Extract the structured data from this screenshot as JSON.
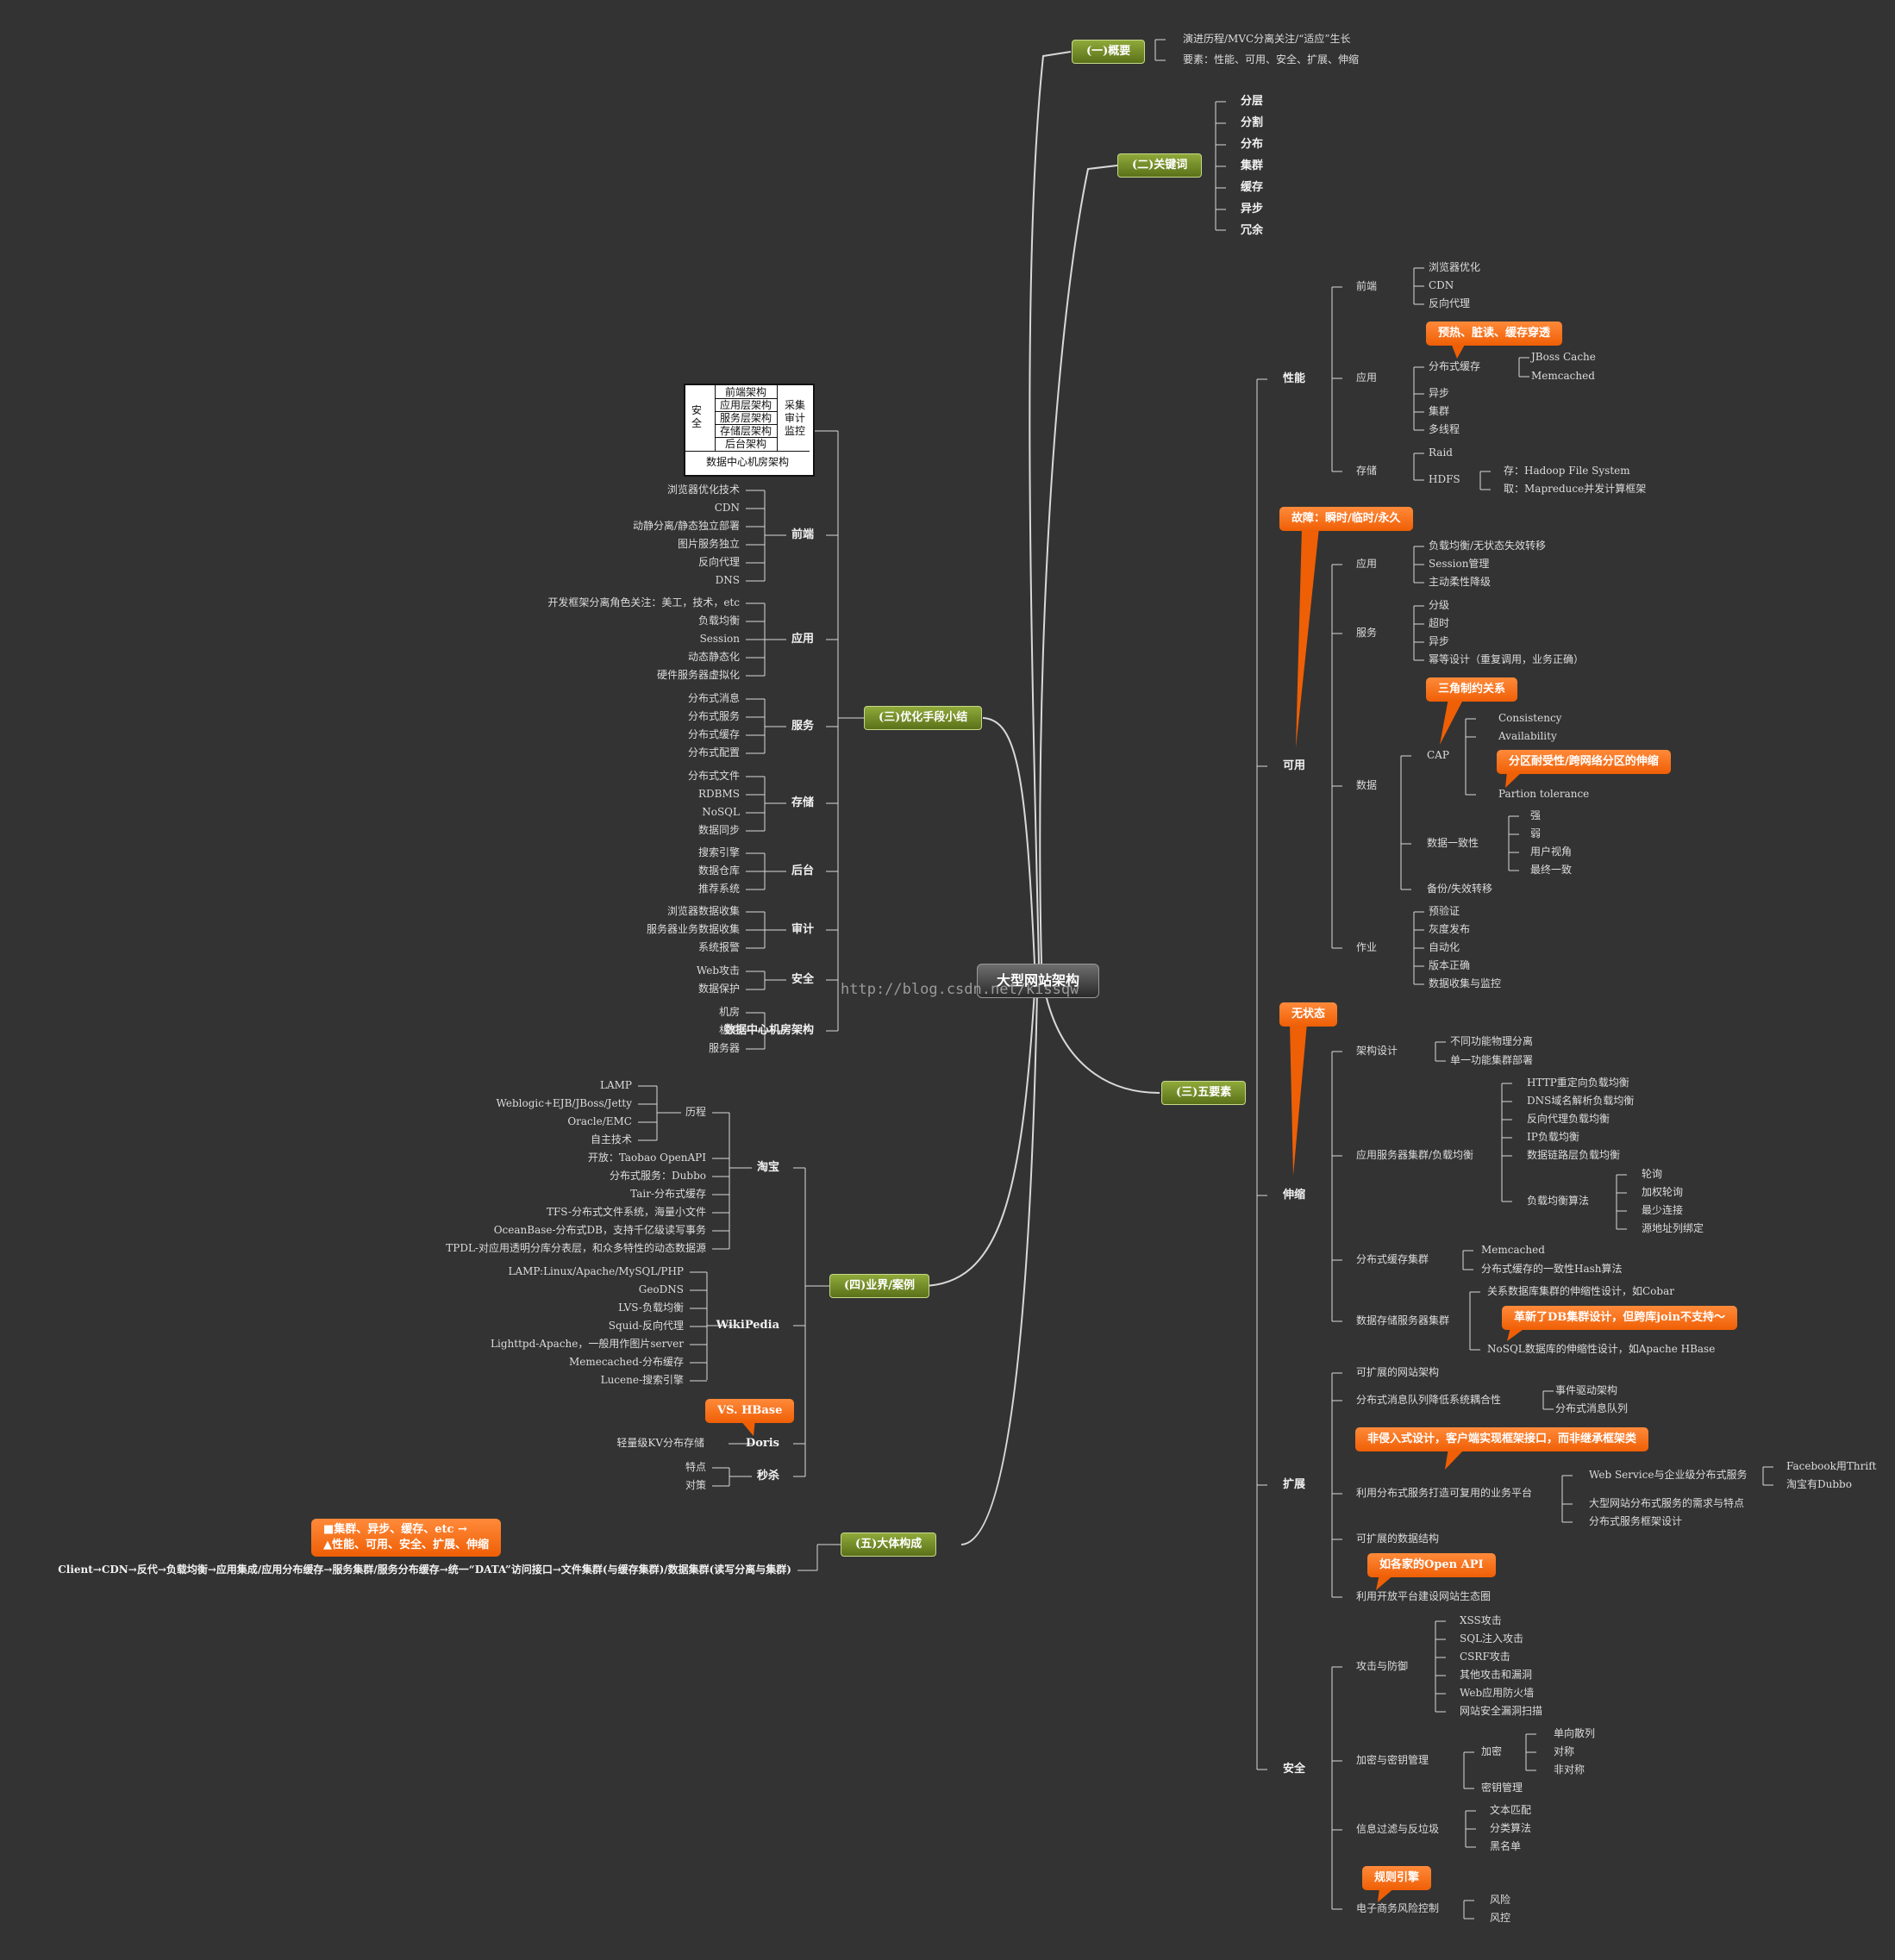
{
  "root": "大型网站架构",
  "watermark": "http://blog.csdn.net/kissqw",
  "arch_box": {
    "left": "安全",
    "layers": [
      "前端架构",
      "应用层架构",
      "服务层架构",
      "存储层架构",
      "后台架构"
    ],
    "right": [
      "采集",
      "审计",
      "监控"
    ],
    "bottom": "数据中心机房架构"
  },
  "summary_callout": {
    "line1": "■集群、异步、缓存、etc →",
    "line2": "▲性能、可用、安全、扩展、伸缩"
  },
  "branch_overview": {
    "label": "(一)概要",
    "items": [
      "演进历程/MVC分离关注/“适应”生长",
      "要素：性能、可用、安全、扩展、伸缩"
    ]
  },
  "branch_keywords": {
    "label": "(二)关键词",
    "items": [
      "分层",
      "分割",
      "分布",
      "集群",
      "缓存",
      "异步",
      "冗余"
    ]
  },
  "branch_five": {
    "label": "(三)五要素",
    "performance": {
      "label": "性能",
      "frontend": {
        "label": "前端",
        "items": [
          "浏览器优化",
          "CDN",
          "反向代理"
        ]
      },
      "app": {
        "label": "应用",
        "dist_cache": "分布式缓存",
        "cache_items": [
          "JBoss Cache",
          "Memcached"
        ],
        "others": [
          "异步",
          "集群",
          "多线程"
        ]
      },
      "storage": {
        "label": "存储",
        "raid": "Raid",
        "hdfs": "HDFS",
        "hdfs_items": [
          "存：Hadoop File System",
          "取：Mapreduce并发计算框架"
        ]
      }
    },
    "availability": {
      "label": "可用",
      "app": {
        "label": "应用",
        "items": [
          "负载均衡/无状态失效转移",
          "Session管理",
          "主动柔性降级"
        ]
      },
      "service": {
        "label": "服务",
        "items": [
          "分级",
          "超时",
          "异步",
          "幂等设计（重复调用，业务正确）"
        ]
      },
      "data": {
        "label": "数据",
        "cap": "CAP",
        "cap_items": [
          "Consistency",
          "Availability",
          "Partion tolerance"
        ],
        "consistency": "数据一致性",
        "consistency_items": [
          "强",
          "弱",
          "用户视角",
          "最终一致"
        ],
        "backup": "备份/失效转移"
      },
      "ops": {
        "label": "作业",
        "items": [
          "预验证",
          "灰度发布",
          "自动化",
          "版本正确",
          "数据收集与监控"
        ]
      }
    },
    "scaling": {
      "label": "伸缩",
      "arch": {
        "label": "架构设计",
        "items": [
          "不同功能物理分离",
          "单一功能集群部署"
        ]
      },
      "lb": {
        "label": "应用服务器集群/负载均衡",
        "items": [
          "HTTP重定向负载均衡",
          "DNS域名解析负载均衡",
          "反向代理负载均衡",
          "IP负载均衡",
          "数据链路层负载均衡"
        ],
        "algo": "负载均衡算法",
        "algo_items": [
          "轮询",
          "加权轮询",
          "最少连接",
          "源地址列绑定"
        ]
      },
      "cache": {
        "label": "分布式缓存集群",
        "items": [
          "Memcached",
          "分布式缓存的一致性Hash算法"
        ]
      },
      "db": {
        "label": "数据存储服务器集群",
        "items": [
          "关系数据库集群的伸缩性设计，如Cobar",
          "NoSQL数据库的伸缩性设计，如Apache HBase"
        ]
      }
    },
    "extensibility": {
      "label": "扩展",
      "arch": "可扩展的网站架构",
      "mq": "分布式消息队列降低系统耦合性",
      "mq_items": [
        "事件驱动架构",
        "分布式消息队列"
      ],
      "reuse": "利用分布式服务打造可复用的业务平台",
      "reuse_ws": "Web Service与企业级分布式服务",
      "reuse_ws_items": [
        "Facebook用Thrift",
        "淘宝有Dubbo"
      ],
      "reuse_items": [
        "大型网站分布式服务的需求与特点",
        "分布式服务框架设计"
      ],
      "data": "可扩展的数据结构",
      "open": "利用开放平台建设网站生态圈"
    },
    "security": {
      "label": "安全",
      "attack": {
        "label": "攻击与防御",
        "items": [
          "XSS攻击",
          "SQL注入攻击",
          "CSRF攻击",
          "其他攻击和漏洞",
          "Web应用防火墙",
          "网站安全漏洞扫描"
        ]
      },
      "crypto": {
        "label": "加密与密钥管理",
        "encrypt": "加密",
        "encrypt_items": [
          "单向散列",
          "对称",
          "非对称"
        ],
        "key": "密钥管理"
      },
      "filter": {
        "label": "信息过滤与反垃圾",
        "items": [
          "文本匹配",
          "分类算法",
          "黑名单"
        ]
      },
      "risk": {
        "label": "电子商务风险控制",
        "items": [
          "风险",
          "风控"
        ]
      }
    }
  },
  "branch_optimize": {
    "label": "(三)优化手段小结",
    "frontend": {
      "label": "前端",
      "items": [
        "浏览器优化技术",
        "CDN",
        "动静分离/静态独立部署",
        "图片服务独立",
        "反向代理",
        "DNS"
      ]
    },
    "app": {
      "label": "应用",
      "items": [
        "开发框架分离角色关注：美工，技术，etc",
        "负载均衡",
        "Session",
        "动态静态化",
        "硬件服务器虚拟化"
      ]
    },
    "service": {
      "label": "服务",
      "items": [
        "分布式消息",
        "分布式服务",
        "分布式缓存",
        "分布式配置"
      ]
    },
    "storage": {
      "label": "存储",
      "items": [
        "分布式文件",
        "RDBMS",
        "NoSQL",
        "数据同步"
      ]
    },
    "backend": {
      "label": "后台",
      "items": [
        "搜索引擎",
        "数据仓库",
        "推荐系统"
      ]
    },
    "audit": {
      "label": "审计",
      "items": [
        "浏览器数据收集",
        "服务器业务数据收集",
        "系统报警"
      ]
    },
    "security": {
      "label": "安全",
      "items": [
        "Web攻击",
        "数据保护"
      ]
    },
    "datacenter": {
      "label": "数据中心机房架构",
      "items": [
        "机房",
        "机柜",
        "服务器"
      ]
    }
  },
  "branch_cases": {
    "label": "(四)业界/案例",
    "taobao": {
      "label": "淘宝",
      "history": "历程",
      "history_items": [
        "LAMP",
        "Weblogic+EJB/JBoss/Jetty",
        "Oracle/EMC",
        "自主技术"
      ],
      "items": [
        "开放：Taobao OpenAPI",
        "分布式服务：Dubbo",
        "Tair-分布式缓存",
        "TFS-分布式文件系统，海量小文件",
        "OceanBase-分布式DB，支持千亿级读写事务",
        "TPDL-对应用透明分库分表层，和众多特性的动态数据源"
      ]
    },
    "wiki": {
      "label": "WikiPedia",
      "items": [
        "LAMP:Linux/Apache/MySQL/PHP",
        "GeoDNS",
        "LVS-负载均衡",
        "Squid-反向代理",
        "Lighttpd-Apache，一般用作图片server",
        "Memecached-分布缓存",
        "Lucene-搜索引擎"
      ]
    },
    "doris": {
      "label": "Doris",
      "items": [
        "轻量级KV分布存储"
      ]
    },
    "seckill": {
      "label": "秒杀",
      "items": [
        "特点",
        "对策"
      ]
    }
  },
  "branch_composition": {
    "label": "(五)大体构成",
    "flow": "Client→CDN→反代→负载均衡→应用集成/应用分布缓存→服务集群/服务分布缓存→统一“DATA”访问接口→文件集群(与缓存集群)/数据集群(读写分离与集群)"
  },
  "callouts": {
    "perf_cache": "预热、脏读、缓存穿透",
    "avail_fault": "故障：瞬时/临时/永久",
    "cap": "三角制约关系",
    "partition": "分区耐受性/跨网络分区的伸缩",
    "stateless": "无状态",
    "db_shard": "革新了DB集群设计，但跨库join不支持～",
    "intrusive": "非侵入式设计，客户端实现框架接口，而非继承框架类",
    "openapi": "如各家的Open API",
    "rules": "规则引擎",
    "hbase": "VS. HBase"
  },
  "colors": {
    "background": "#333333",
    "line": "#d9d9d9",
    "branch": "#6f8a23",
    "callout": "#ff6f0e"
  }
}
